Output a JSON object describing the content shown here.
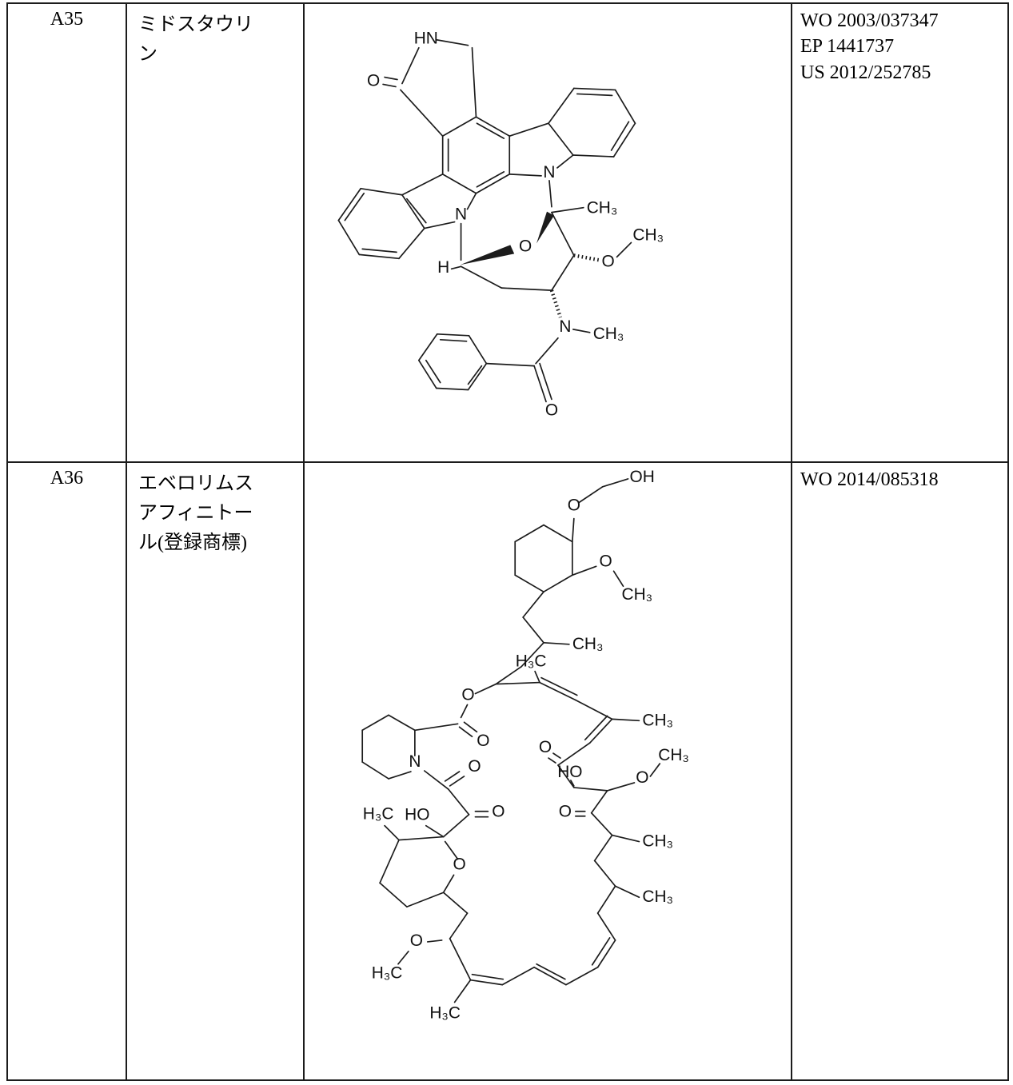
{
  "table": {
    "rows": [
      {
        "id": "A35",
        "name_lines": {
          "0": "ミドスタウリ",
          "1": "ン",
          "2": ""
        },
        "refs": {
          "0": "WO 2003/037347",
          "1": "EP 1441737",
          "2": "US 2012/252785"
        }
      },
      {
        "id": "A36",
        "name_lines": {
          "0": "エベロリムス",
          "1": "アフィニトー",
          "2": "ル(登録商標)"
        },
        "refs": {
          "0": "WO 2014/085318",
          "1": "",
          "2": ""
        }
      }
    ]
  },
  "structures": {
    "mido": {
      "labels": {
        "hn": "HN",
        "o_lactam": "O",
        "n_right": "N",
        "n_left": "N",
        "ch3_ring": "CH₃",
        "o_bridge": "O",
        "o_methoxy": "O",
        "ch3_methoxy": "CH₃",
        "h": "H",
        "n_amide": "N",
        "ch3_amide": "CH₃",
        "o_benzoyl": "O"
      }
    },
    "ever": {
      "labels": {
        "oh": "OH",
        "o_ether": "O",
        "o_methoxy_top": "O",
        "ch3_methoxy_top": "CH₃",
        "ch3_chain": "CH₃",
        "h3c_macro": "H₃C",
        "o_ester": "O",
        "o_ester_carbonyl": "O",
        "n_pip": "N",
        "o_amide": "O",
        "o_keto_left": "O",
        "h3c_pyran": "H₃C",
        "ho_pyran": "HO",
        "o_pyran": "O",
        "o_methoxy_bottom": "O",
        "h3c_methoxy_bottom": "H₃C",
        "h3c_vinyl": "H₃C",
        "o_keto_right_top": "O",
        "ho_right": "HO",
        "o_methoxy_right": "O",
        "ch3_methoxy_right": "CH₃",
        "ch3_alkene": "CH₃",
        "o_keto_right_bottom": "O",
        "ch3_right_upper": "CH₃",
        "ch3_right_lower": "CH₃"
      }
    }
  }
}
